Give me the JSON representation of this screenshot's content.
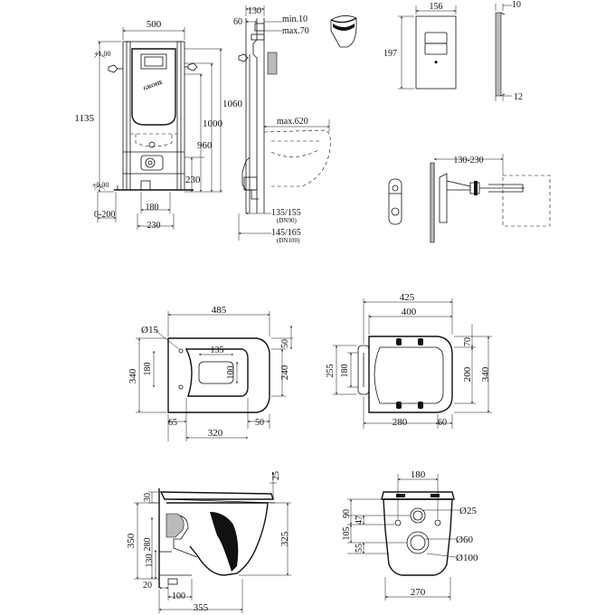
{
  "frame": {
    "width": "500",
    "height": "1135",
    "top_level": "+1,00",
    "floor_level": "±0,00",
    "h1060": "1060",
    "h1000": "1000",
    "h960": "960",
    "h230": "230",
    "w180": "180",
    "w230": "230",
    "adj": "0-200",
    "logo": "GROHE"
  },
  "side": {
    "d130": "130",
    "d60": "60",
    "min": "min.10",
    "max": "max.70",
    "proj": "max.620",
    "pipe1": "135/155",
    "pipe1_dn": "(DN90)",
    "pipe2": "145/165",
    "pipe2_dn": "(DN100)"
  },
  "plate": {
    "width": "156",
    "height": "197",
    "depth1": "10",
    "depth2": "12"
  },
  "bolt": {
    "range": "130-230"
  },
  "bowl_top": {
    "length": "485",
    "hole_dia": "Ø15",
    "d135": "135",
    "d100": "100",
    "width": "340",
    "d180": "180",
    "d240": "240",
    "d50a": "50",
    "d50b": "50",
    "d65": "65",
    "d320": "320"
  },
  "seat": {
    "width": "425",
    "inner": "400",
    "d70": "70",
    "d255": "255",
    "d180": "180",
    "d200": "200",
    "d340": "340",
    "d280": "280",
    "d60": "60"
  },
  "bowl_side": {
    "d25": "25",
    "d30": "30",
    "d350": "350",
    "d280": "280",
    "d325": "325",
    "d130": "130",
    "d20": "20",
    "d100": "100",
    "d355": "355"
  },
  "bowl_back": {
    "d180": "180",
    "d90": "90",
    "d47": "47",
    "d25": "Ø25",
    "d105": "105",
    "d55": "55",
    "d60": "Ø60",
    "d100": "Ø100",
    "d270": "270"
  }
}
